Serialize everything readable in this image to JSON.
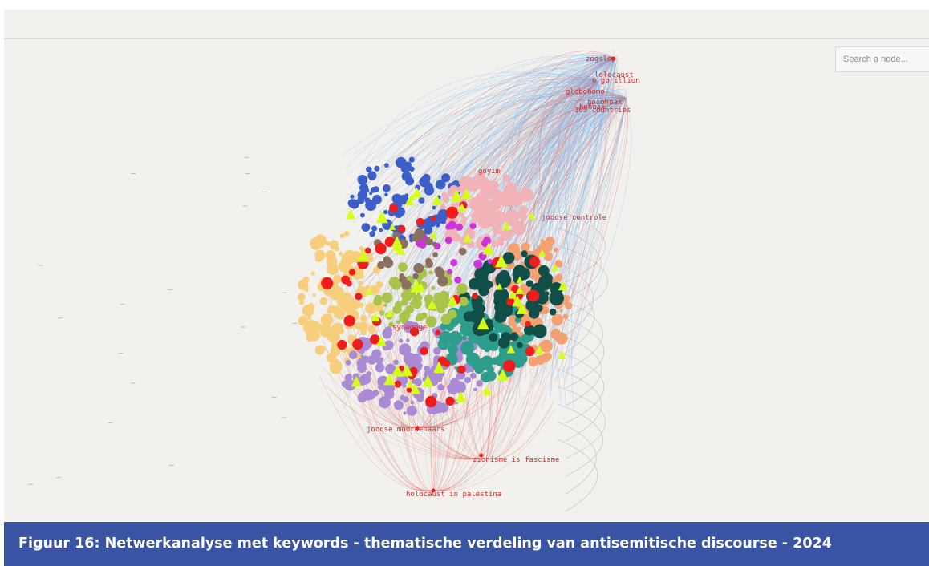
{
  "search": {
    "placeholder": "Search a node..."
  },
  "caption": "Figuur 16: Netwerkanalyse met keywords - thematische verdeling van antisemitische discourse - 2024",
  "keywords": [
    "zogslop",
    "lolocaust",
    "6 gorillion",
    "globohomo",
    "hoiohoax",
    "hohoax",
    "109 countries",
    "goyim",
    "joodse controle",
    "synagoge",
    "joodse moordenaars",
    "zionisme is fascisme",
    "holocaust in palestina"
  ],
  "colors": {
    "light_blue": "#7ab8f0",
    "royal_blue": "#3c5ec8",
    "sand": "#f7cf7c",
    "lavender": "#a98ad4",
    "teal": "#2e9e8c",
    "dark_green": "#0f4f47",
    "pink": "#f2b3b8",
    "salmon": "#f4a070",
    "lime": "#d5ff17",
    "olive": "#a8c44a",
    "red": "#ee1c1c",
    "magenta": "#cc33dd",
    "brown": "#8b7060",
    "caption_bg": "#3a54a4"
  }
}
